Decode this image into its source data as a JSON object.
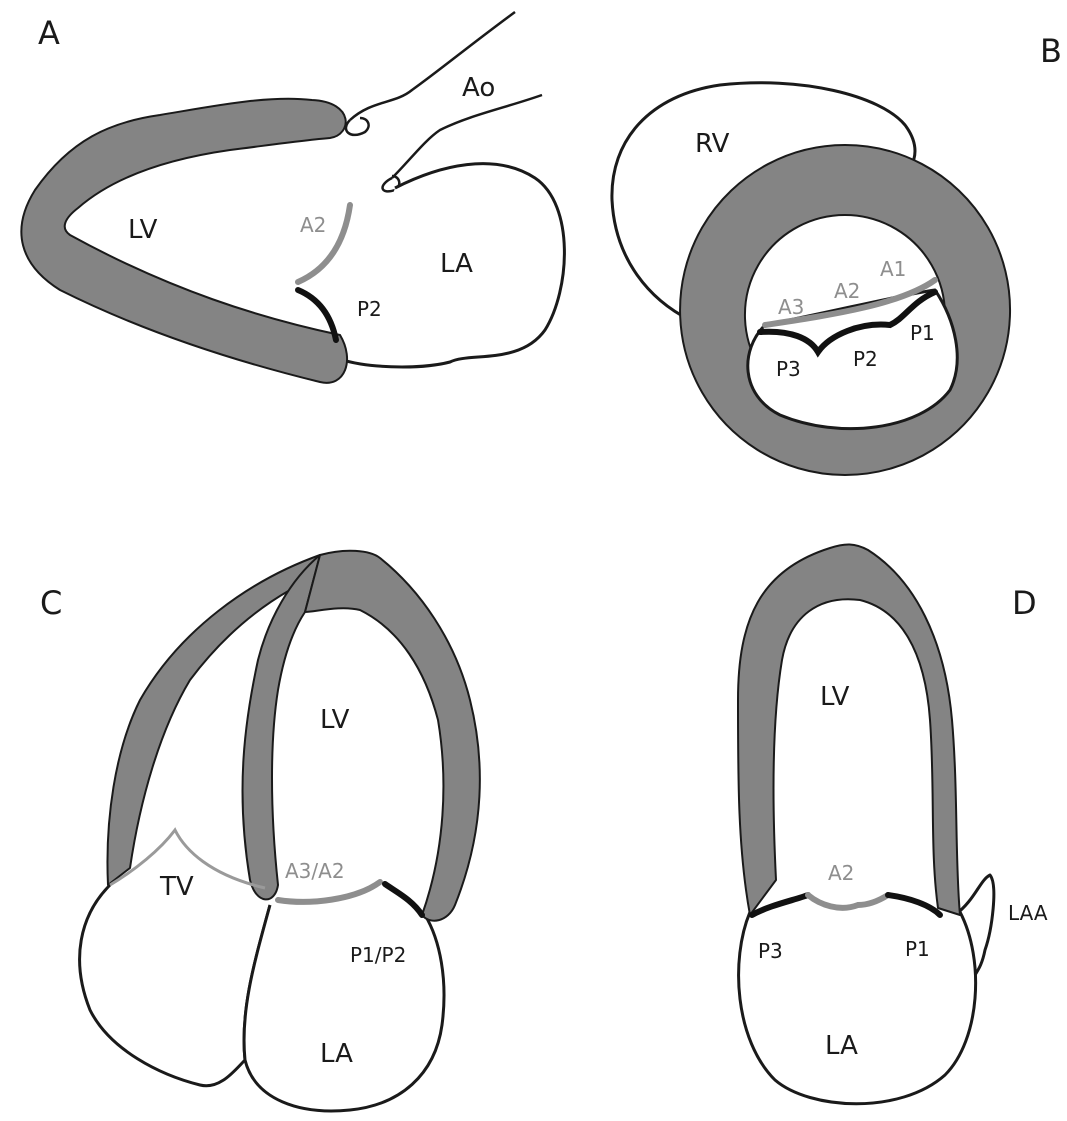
{
  "panels": {
    "a": {
      "letter": "A",
      "labels": {
        "ao": "Ao",
        "lv": "LV",
        "la": "LA",
        "a2": "A2",
        "p2": "P2"
      }
    },
    "b": {
      "letter": "B",
      "labels": {
        "rv": "RV",
        "a1": "A1",
        "a2": "A2",
        "a3": "A3",
        "p1": "P1",
        "p2": "P2",
        "p3": "P3"
      }
    },
    "c": {
      "letter": "C",
      "labels": {
        "lv": "LV",
        "tv": "TV",
        "a3a2": "A3/A2",
        "p1p2": "P1/P2",
        "la": "LA"
      }
    },
    "d": {
      "letter": "D",
      "labels": {
        "lv": "LV",
        "a2": "A2",
        "p3": "P3",
        "p1": "P1",
        "laa": "LAA",
        "la": "LA"
      }
    }
  },
  "colors": {
    "myocardium": "#848484",
    "anterior_leaflet": "#8e8e8e",
    "posterior_leaflet": "#111111",
    "outline": "#1a1a1a"
  }
}
